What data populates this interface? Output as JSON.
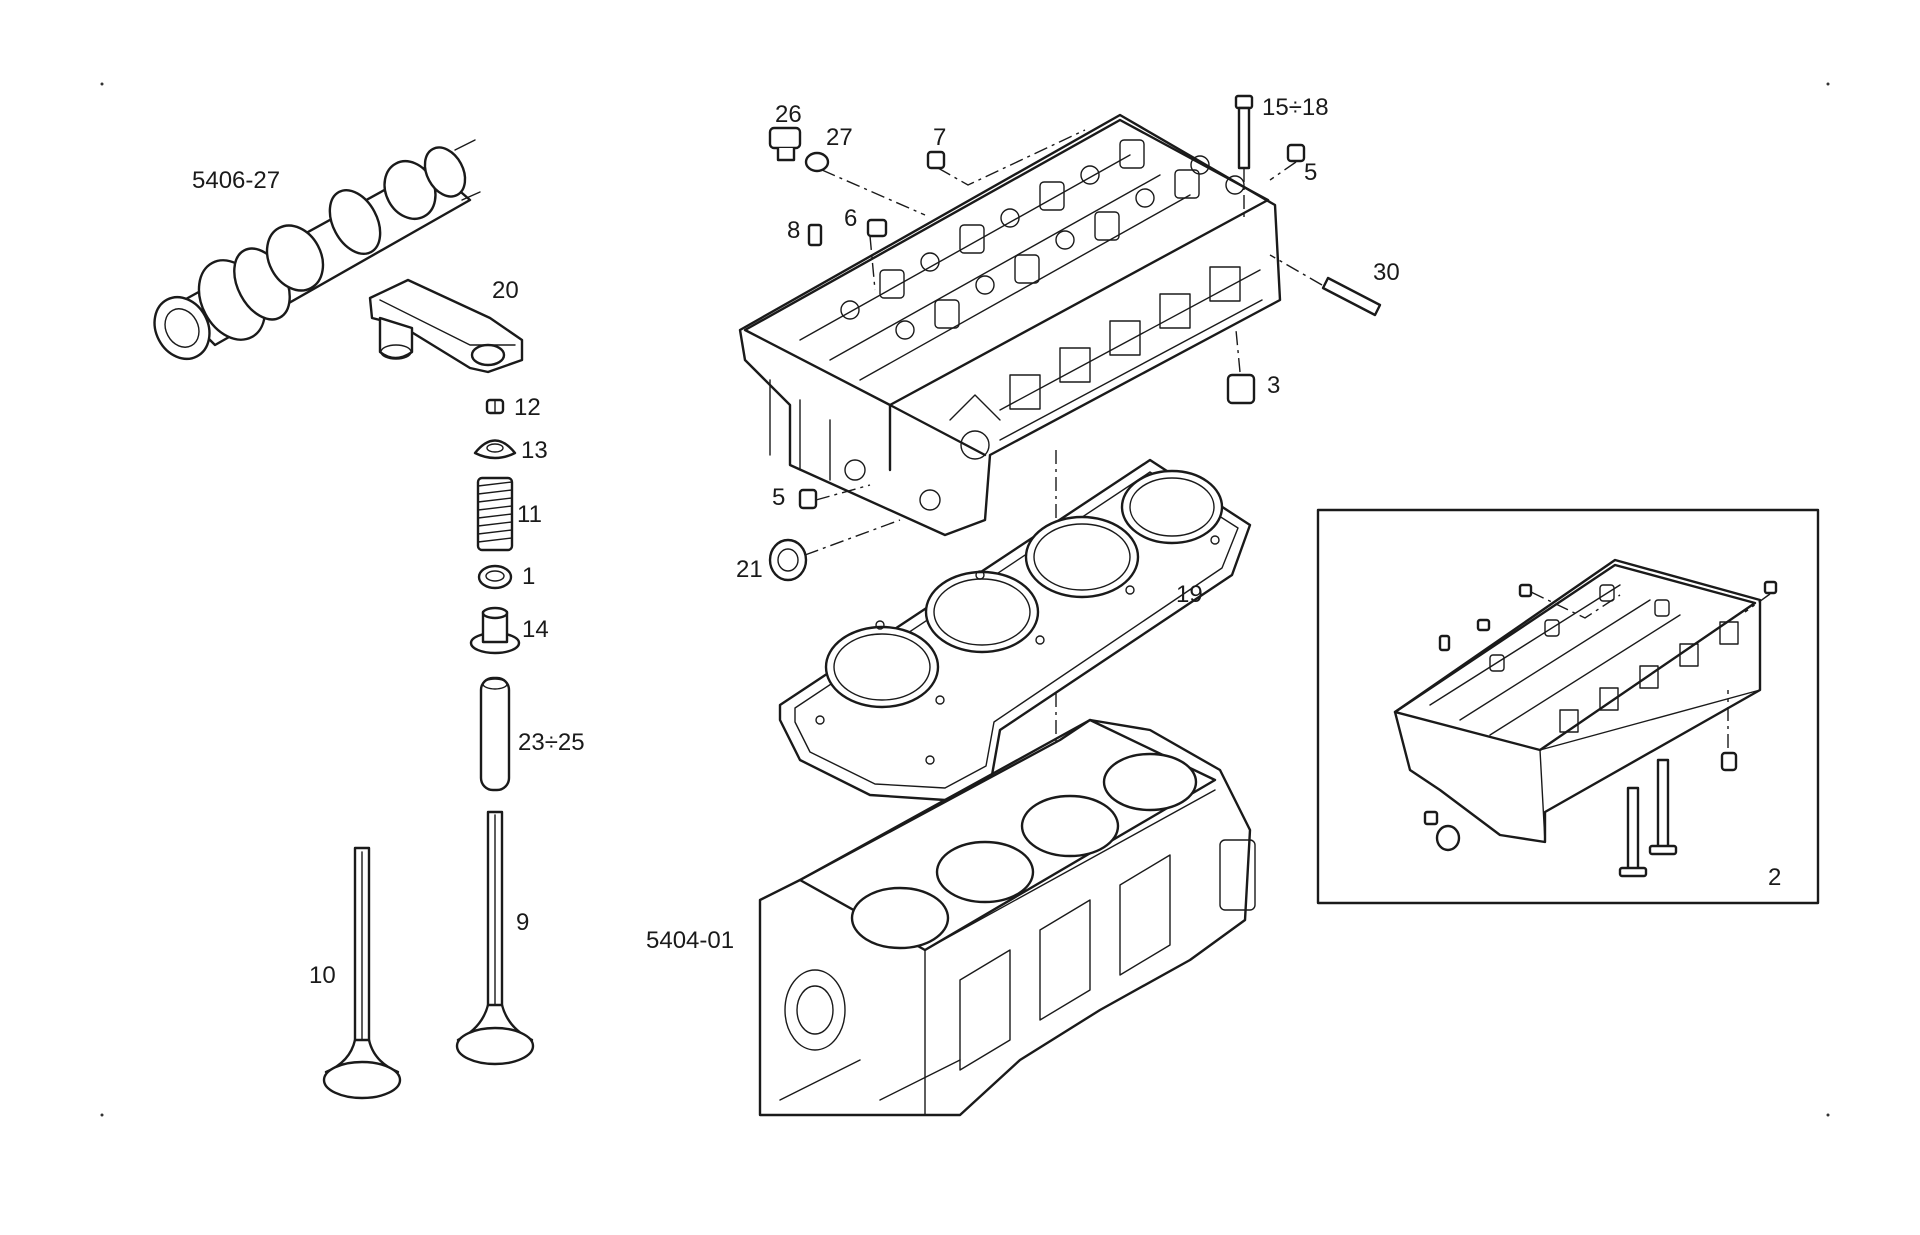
{
  "labels": {
    "camshaft": "5406-27",
    "rocker_arm": "20",
    "valve_cotter": "12",
    "spring_cap": "13",
    "valve_spring": "11",
    "spring_seat": "1",
    "valve_seal": "14",
    "valve_guide": "23÷25",
    "exhaust_valve": "9",
    "intake_valve": "10",
    "sensor": "26",
    "sensor_seal": "27",
    "bush_7": "7",
    "bolt_set": "15÷18",
    "plug_5_top": "5",
    "dowel": "8",
    "bush_6": "6",
    "stud": "30",
    "plug_3": "3",
    "plug_5_bottom": "5",
    "cap_plug": "21",
    "head_gasket": "19",
    "crankcase": "5404-01",
    "head_assembly": "2"
  },
  "colors": {
    "line": "#1a1a1a",
    "background": "#ffffff"
  }
}
